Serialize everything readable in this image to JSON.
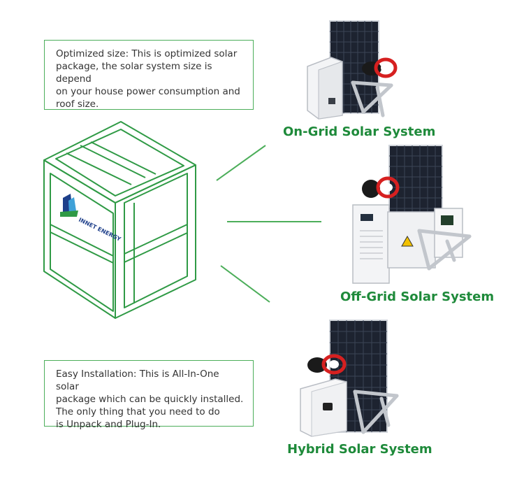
{
  "notes": {
    "optimized": "Optimized size: This is optimized solar\npackage, the solar system size is depend\non your house power consumption and\nroof size.",
    "installation": "Easy Installation: This is All-In-One solar\npackage which can be quickly installed.\nThe only thing  that you need to do\nis Unpack and Plug-In."
  },
  "systems": [
    {
      "label": "On-Grid Solar System"
    },
    {
      "label": "Off-Grid Solar System"
    },
    {
      "label": "Hybrid Solar System"
    }
  ],
  "crate_logo": {
    "text": "INNET ENERGY"
  },
  "colors": {
    "brand_green": "#1e8a3a",
    "line_green": "#4cae5a",
    "cable_red": "#d62020"
  }
}
